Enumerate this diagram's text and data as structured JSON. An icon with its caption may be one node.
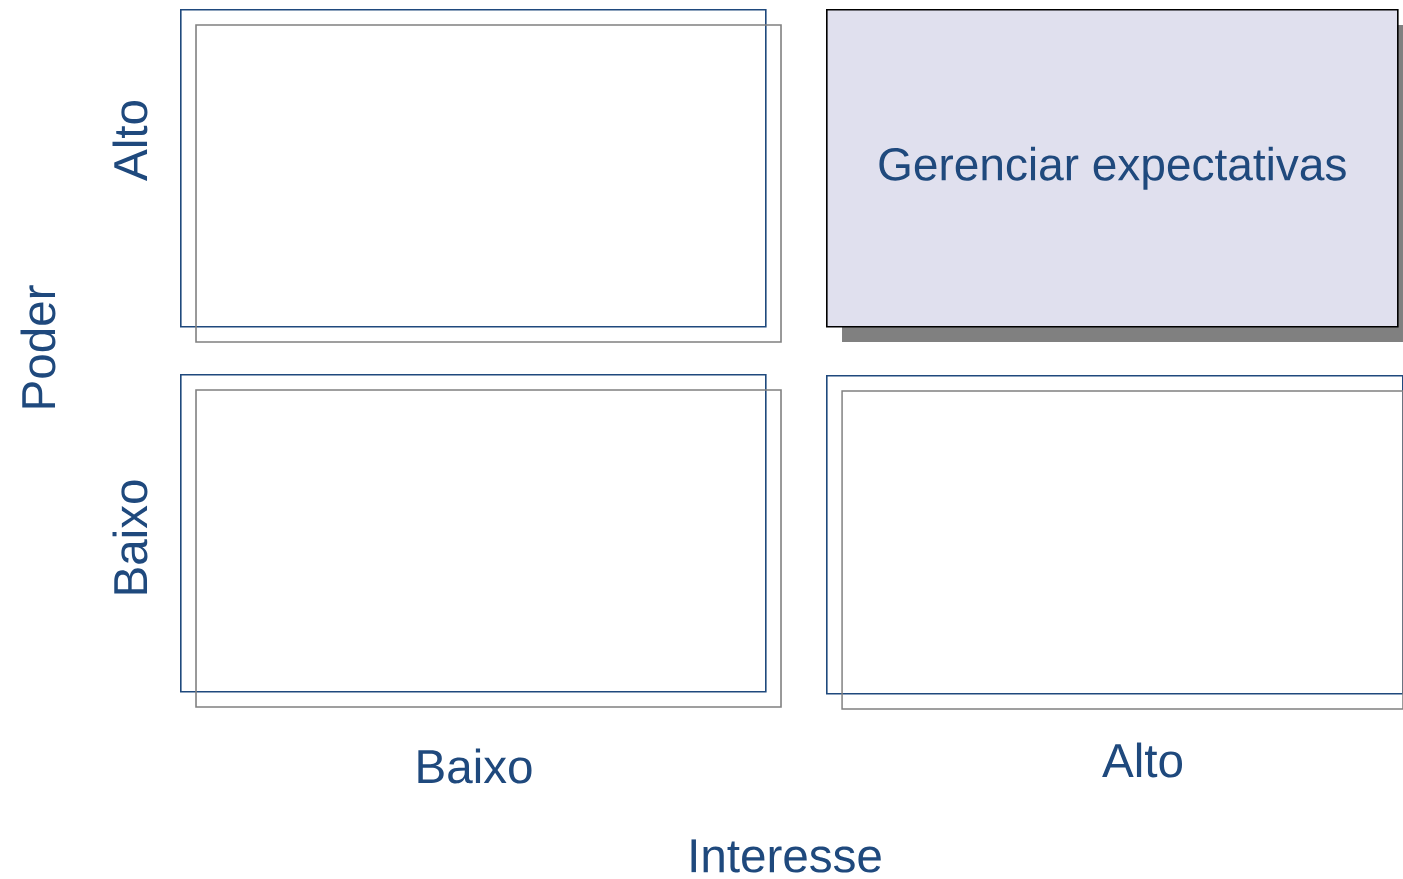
{
  "diagram": {
    "nodes": [
      {
        "text": [],
        "shape": "box"
      },
      {
        "text": [
          "Gerenciar expectativas"
        ]
      },
      {
        "text": [],
        "shape": "box"
      },
      {
        "text": [],
        "shape": "box"
      }
    ],
    "labels": [
      "Alto",
      "Poder",
      "Baixo",
      "Baixo",
      "Alto",
      "Interesse"
    ]
  }
}
